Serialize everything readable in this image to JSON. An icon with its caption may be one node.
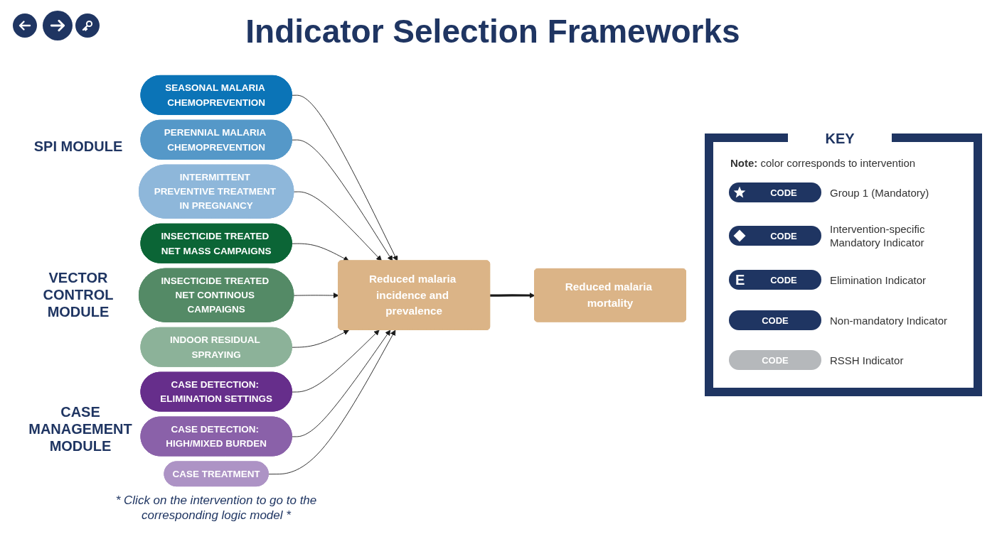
{
  "diagram": {
    "title": "Indicator Selection Frameworks",
    "nodes": [
      {
        "text": [
          "SEASONAL MALARIA CHEMOPREVENTION"
        ]
      },
      {
        "text": [
          "PERENNIAL MALARIA CHEMOPREVENTION"
        ]
      },
      {
        "text": [
          "INTERMITTENT PREVENTIVE TREATMENT IN PREGNANCY"
        ]
      },
      {
        "text": [
          "INSECTICIDE TREATED NET MASS CAMPAIGNS"
        ]
      },
      {
        "text": [
          "INSECTICIDE TREATED NET CONTINOUS CAMPAIGNS"
        ]
      },
      {
        "text": [
          "INDOOR RESIDUAL SPRAYING"
        ]
      },
      {
        "text": [
          "CASE DETECTION: ELIMINATION SETTINGS"
        ]
      },
      {
        "text": [
          "CASE DETECTION: HIGH/MIXED BURDEN"
        ]
      },
      {
        "text": [
          "CASE TREATMENT"
        ]
      },
      {
        "text": [
          "Reduced malaria incidence and prevalence"
        ]
      },
      {
        "text": [
          "Reduced malaria mortality"
        ]
      }
    ],
    "edges": [
      {
        "from": 0,
        "to": 9,
        "arrow": "to"
      },
      {
        "from": 1,
        "to": 9,
        "arrow": "to"
      },
      {
        "from": 2,
        "to": 9,
        "arrow": "to"
      },
      {
        "from": 3,
        "to": 9,
        "arrow": "to"
      },
      {
        "from": 4,
        "to": 9,
        "arrow": "to"
      },
      {
        "from": 5,
        "to": 9,
        "arrow": "to"
      },
      {
        "from": 6,
        "to": 9,
        "arrow": "to"
      },
      {
        "from": 7,
        "to": 9,
        "arrow": "to"
      },
      {
        "from": 8,
        "to": 9,
        "arrow": "to"
      },
      {
        "from": 9,
        "to": 10,
        "arrow": "to",
        "style": "thick"
      }
    ],
    "labels": [
      "SPI MODULE",
      "VECTOR CONTROL MODULE",
      "CASE MANAGEMENT MODULE",
      "* Click on the intervention to go to the corresponding logic model *",
      "KEY",
      "**Note:** color corresponds to intervention",
      "CODE",
      "CODE",
      "E",
      "CODE",
      "CODE",
      "CODE"
    ],
    "legend": [
      {
        "text": "Group 1 (Mandatory)",
        "color": "#1f3562"
      },
      {
        "text": "Intervention-specific Mandatory Indicator",
        "color": "#1f3562"
      },
      {
        "text": "Elimination Indicator",
        "color": "#1f3562"
      },
      {
        "text": "Non-mandatory Indicator",
        "color": "#1f3562"
      },
      {
        "text": "RSSH Indicator",
        "color": "#b5b8bb"
      }
    ]
  }
}
